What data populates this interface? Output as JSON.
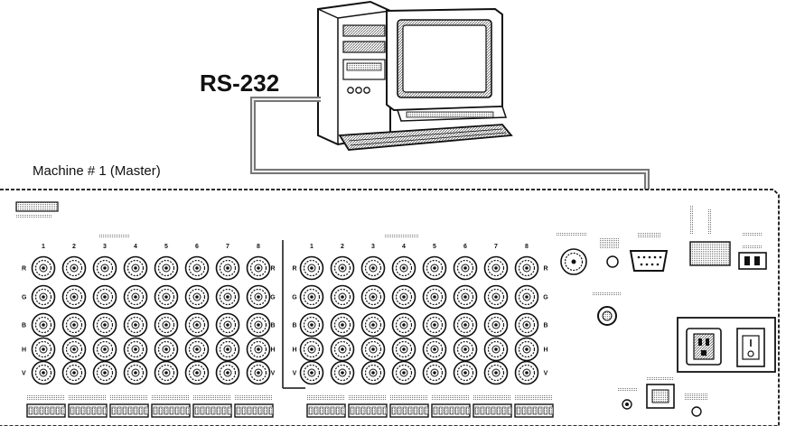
{
  "labels": {
    "rs232_title": "RS-232",
    "machine_label": "Machine # 1 (Master)"
  },
  "input_row_letters": [
    "R",
    "G",
    "B",
    "H",
    "V"
  ],
  "input_column_numbers": [
    "1",
    "2",
    "3",
    "4",
    "5",
    "6",
    "7",
    "8"
  ],
  "output_column_numbers": [
    "1",
    "2",
    "3",
    "4",
    "5",
    "6",
    "7",
    "8"
  ],
  "colors": {
    "line": "#111111",
    "panel_fill": "#ffffff",
    "cable": "#888888"
  }
}
